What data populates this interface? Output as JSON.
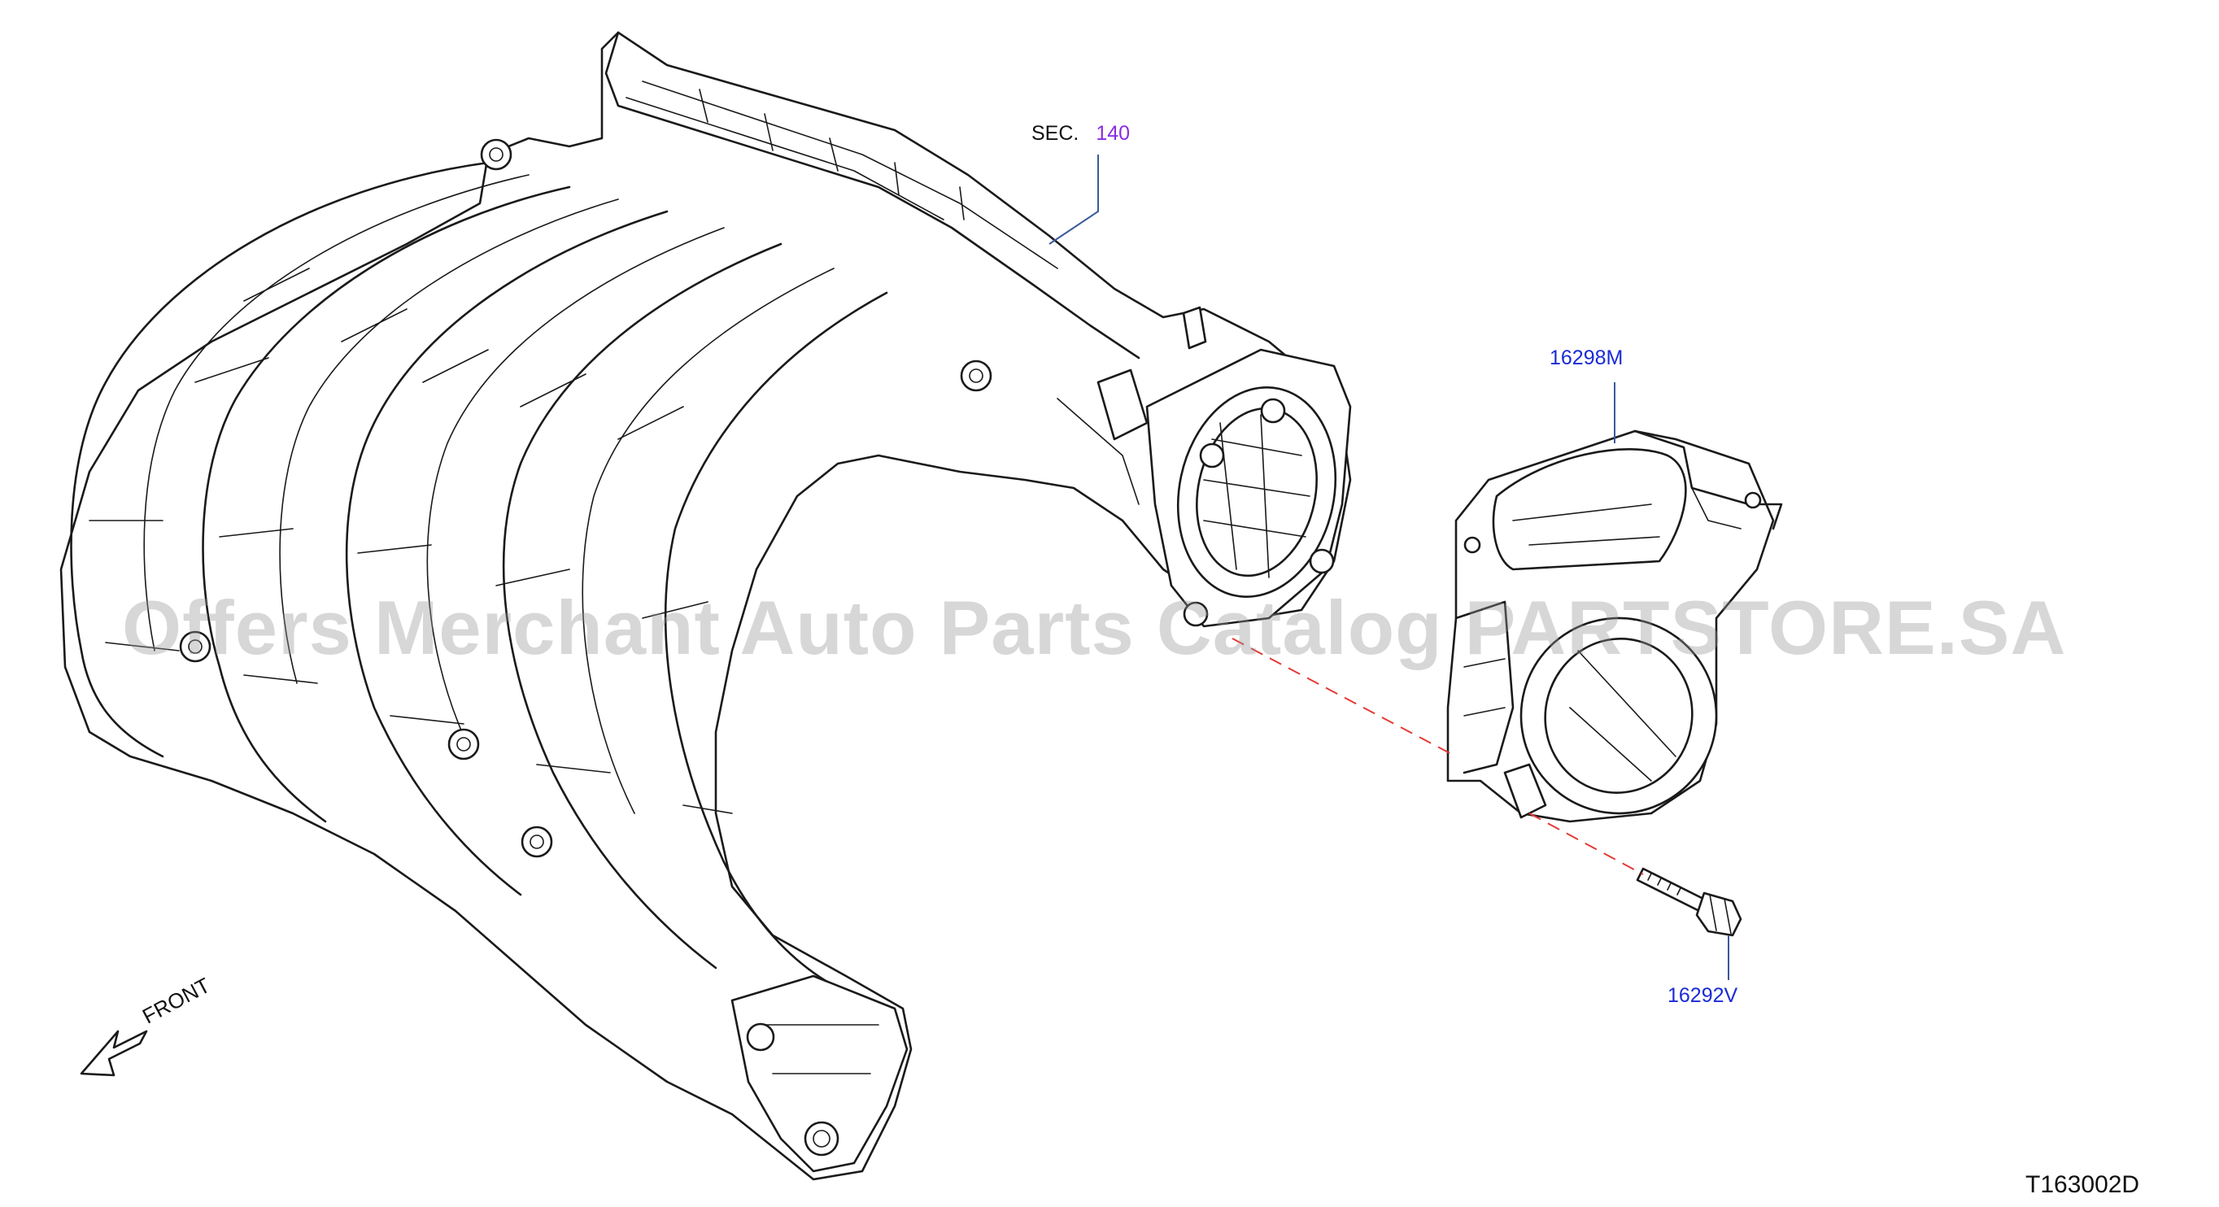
{
  "callouts": {
    "sec_prefix": "SEC.",
    "sec_number": "140",
    "part_throttle_body": "16298M",
    "part_bolt": "16292V"
  },
  "orientation": {
    "front": "FRONT"
  },
  "figure_id": "T163002D",
  "watermark": "Offers Merchant Auto Parts Catalog PARTSTORE.SA",
  "colors": {
    "part_number": "#1a2ad6",
    "section_number": "#8a2be2",
    "leader_line": "#3a5a9a",
    "dash_line": "#e53935",
    "watermark": "#969696"
  }
}
